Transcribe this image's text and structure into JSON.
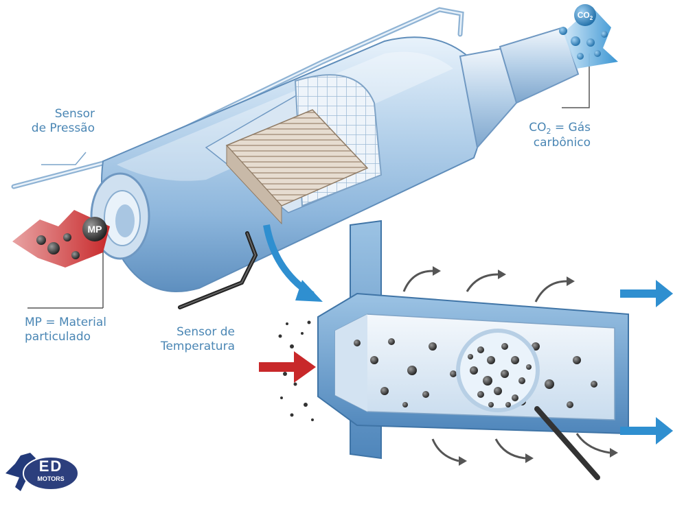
{
  "labels": {
    "pressure_sensor": [
      "Sensor",
      "de Pressão"
    ],
    "co2_gas": [
      "CO",
      "2",
      " = Gás",
      "carbônico"
    ],
    "particulate": [
      "MP = Material",
      "particulado"
    ],
    "temperature_sensor": [
      "Sensor de",
      "Temperatura"
    ]
  },
  "badges": {
    "mp": "MP",
    "co2": "CO",
    "co2_subscript": "2"
  },
  "logo": {
    "name": "ED",
    "subtitle": "MOTORS"
  },
  "colors": {
    "label_blue": "#4a86b4",
    "exhaust_blue": "#2f8fd0",
    "inlet_red": "#c8282a",
    "filter_steel": "#7fb0d8"
  }
}
